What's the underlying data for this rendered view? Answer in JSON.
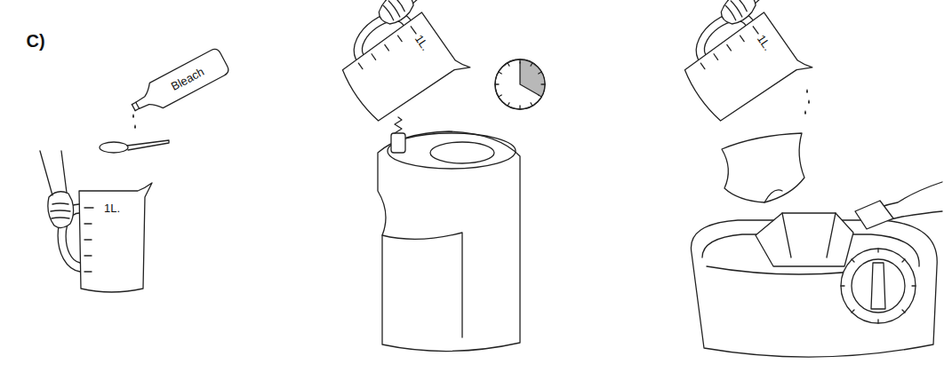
{
  "diagram": {
    "labels": [
      "C)",
      "Bleach",
      "1L.",
      "1L.",
      "1L."
    ]
  }
}
